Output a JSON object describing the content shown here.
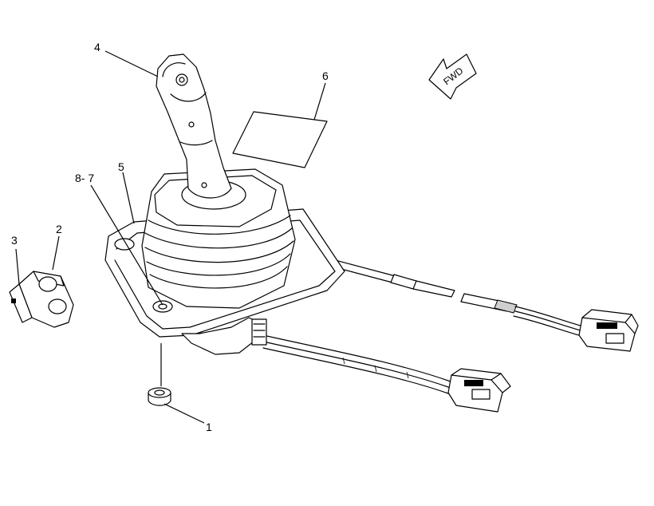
{
  "diagram": {
    "fwd_label": "FWD",
    "callouts": {
      "c1": "1",
      "c2": "2",
      "c3": "3",
      "c4": "4",
      "c5": "5",
      "c6": "6",
      "c87": "8- 7"
    }
  }
}
